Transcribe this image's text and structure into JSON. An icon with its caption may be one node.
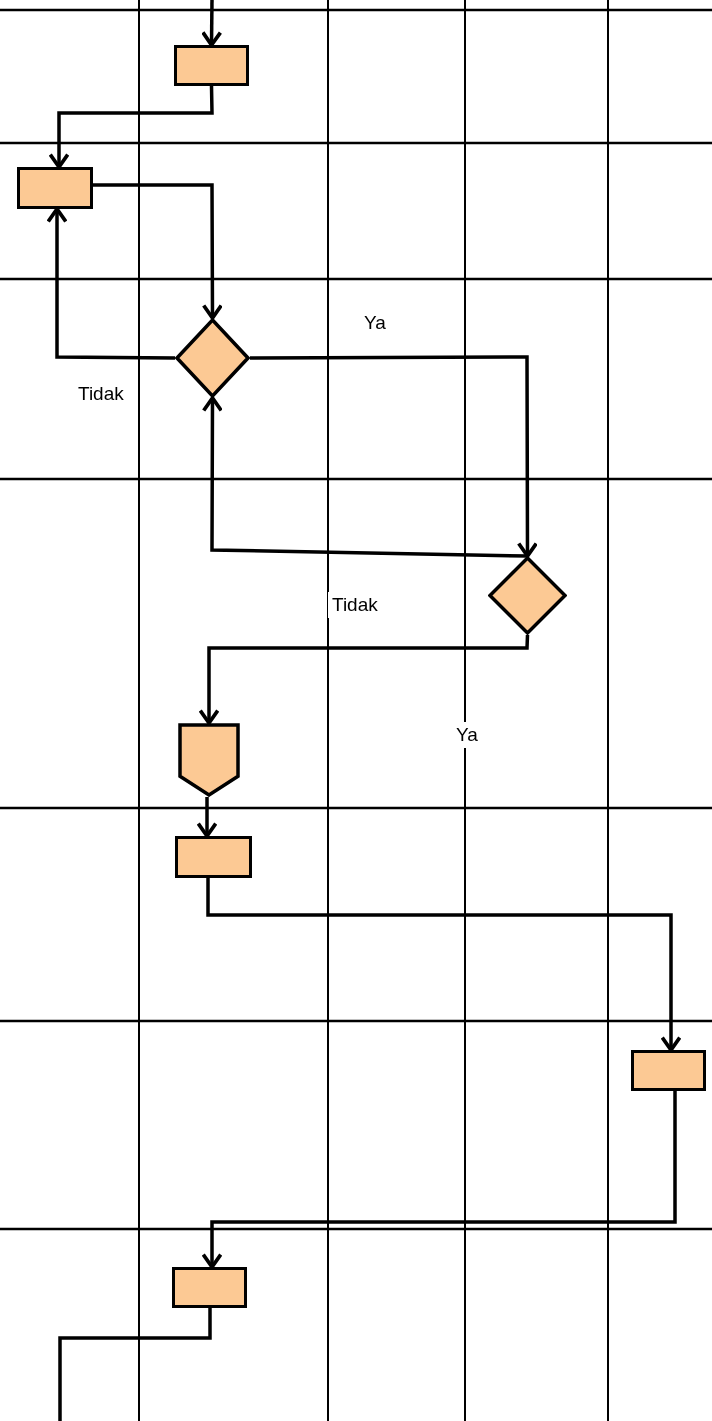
{
  "diagram": {
    "nodes": [
      {
        "text": [],
        "shape": "box"
      },
      {
        "text": [],
        "shape": "box"
      },
      {
        "text": [],
        "shape": "diamond"
      },
      {
        "text": [],
        "shape": "diamond"
      },
      {
        "text": [],
        "shape": "pentagon"
      },
      {
        "text": [],
        "shape": "box"
      },
      {
        "text": [],
        "shape": "box"
      },
      {
        "text": [],
        "shape": "box"
      }
    ],
    "edges": [
      {
        "from": null,
        "to": 0,
        "arrow": "to"
      },
      {
        "from": 0,
        "to": 1,
        "arrow": "to"
      },
      {
        "from": 1,
        "to": 2,
        "arrow": "to"
      },
      {
        "from": 2,
        "to": 1,
        "arrow": "to",
        "label": "Tidak"
      },
      {
        "from": 2,
        "to": 3,
        "arrow": "to",
        "label": "Ya"
      },
      {
        "from": 3,
        "to": 2,
        "arrow": "to",
        "label": "Tidak"
      },
      {
        "from": 3,
        "to": 4,
        "arrow": "to",
        "label": "Ya"
      },
      {
        "from": 4,
        "to": 5,
        "arrow": "to"
      },
      {
        "from": 5,
        "to": 6,
        "arrow": "to"
      },
      {
        "from": 6,
        "to": 7,
        "arrow": "to"
      },
      {
        "from": 7,
        "to": null,
        "arrow": "none"
      }
    ]
  }
}
